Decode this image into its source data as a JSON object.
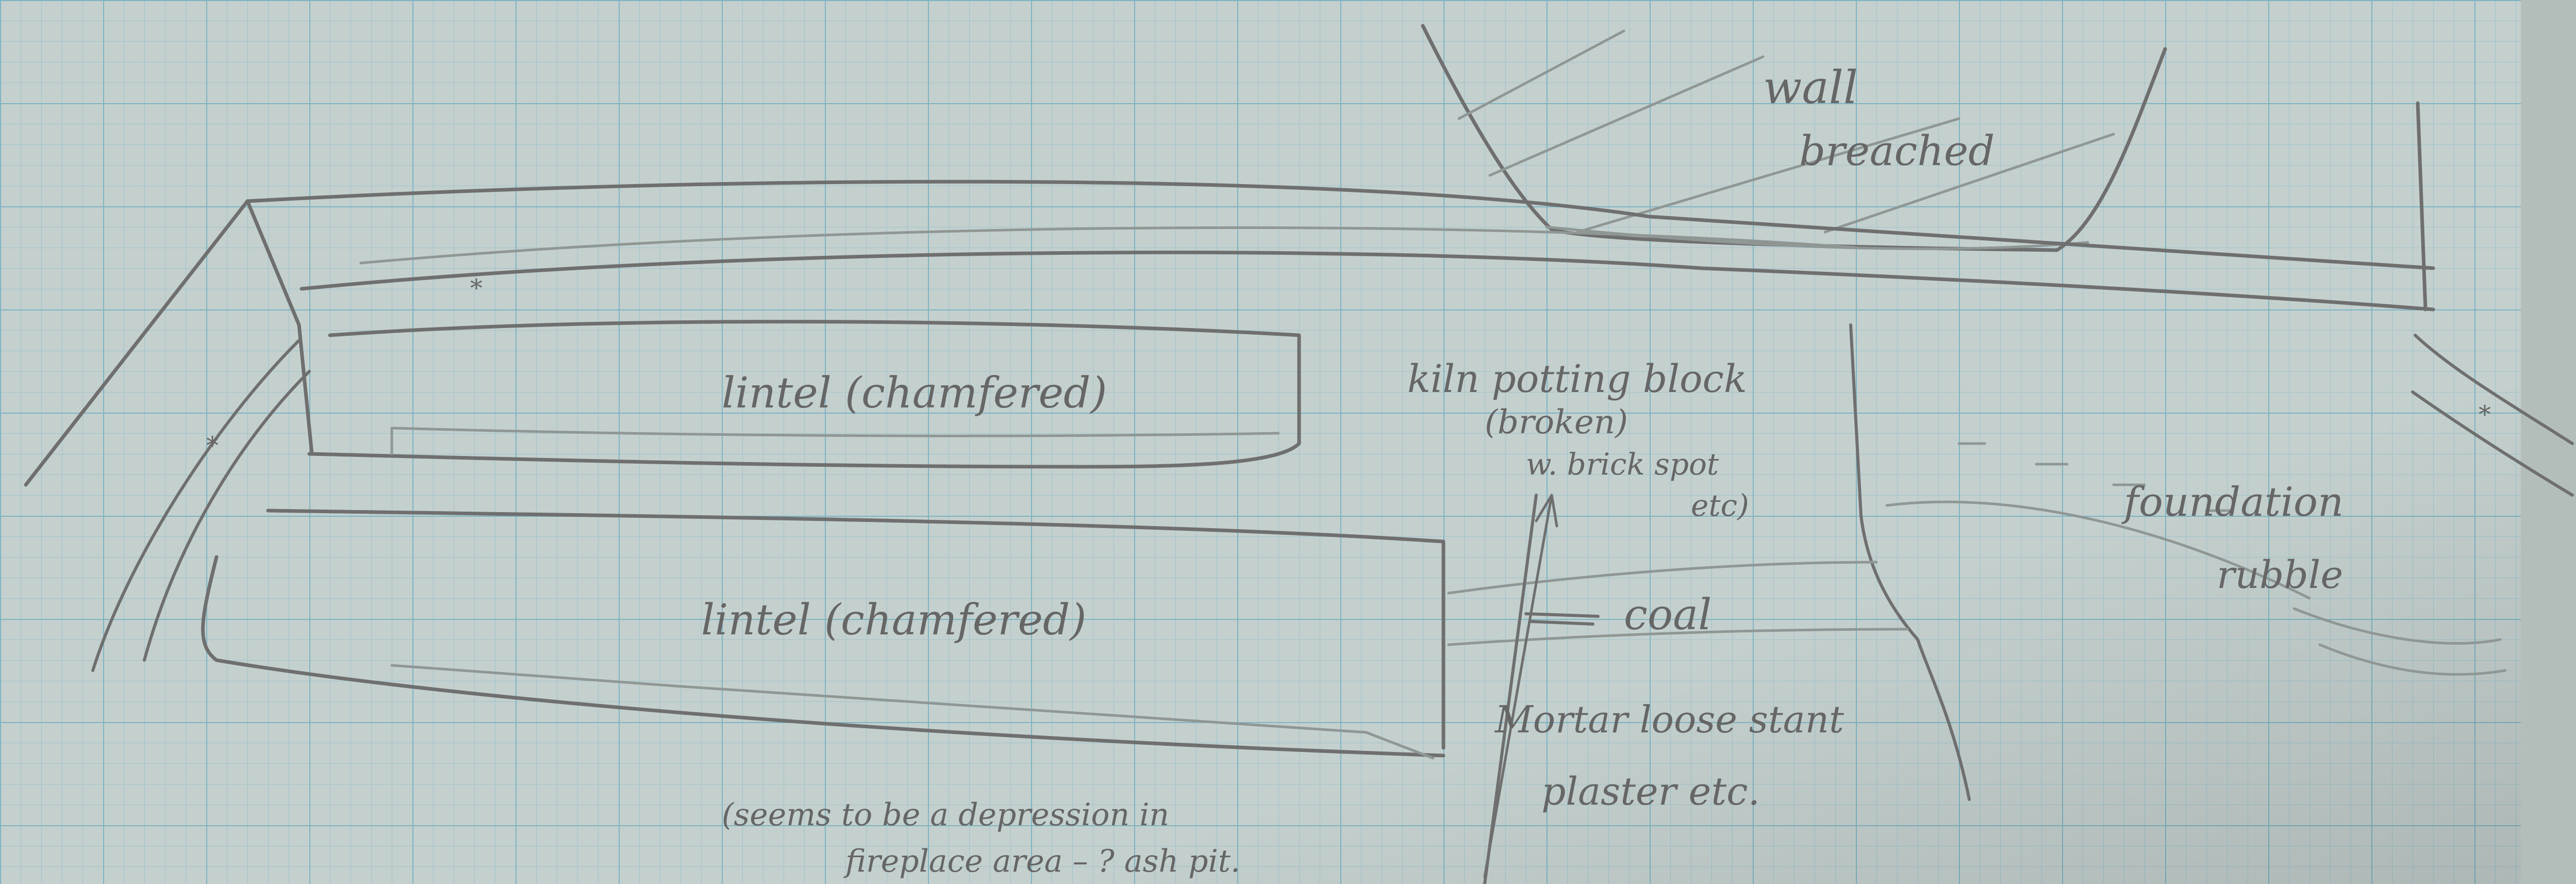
{
  "sheet": {
    "paper_color": "#c4d0ce",
    "grid_minor_color": "#9fc3cc",
    "grid_major_color": "#7db4c2",
    "pencil_color": "#6f6f6f"
  },
  "labels": {
    "wall_line1": "wall",
    "wall_line2": "breached",
    "lintel_upper": "lintel (chamfered)",
    "lintel_lower": "lintel (chamfered)",
    "kiln_line1": "kiln potting block",
    "kiln_line2": "(broken)",
    "kiln_line3": "w. brick spot",
    "kiln_line4": "etc)",
    "coal": "coal",
    "mortar_line1": "Mortar loose stant",
    "mortar_line2": "plaster etc.",
    "foundation_line1": "foundation",
    "foundation_line2": "rubble",
    "fireplace_line1": "(seems to be a depression in",
    "fireplace_line2": "fireplace area – ? ash pit.",
    "star_marks": [
      "*",
      "*",
      "*"
    ]
  }
}
